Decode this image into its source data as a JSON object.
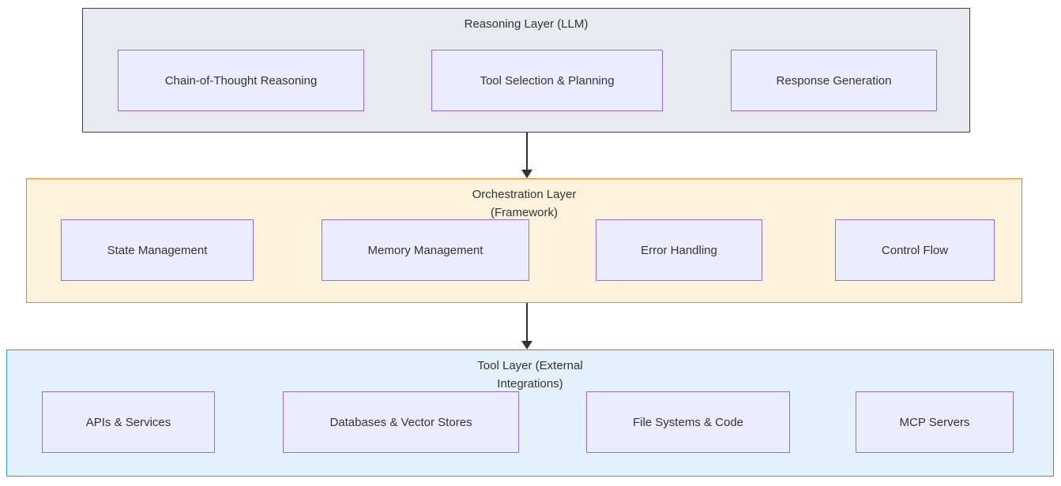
{
  "diagram": {
    "type": "layered-architecture-flowchart",
    "text_color": "#333333",
    "arrow_color": "#333333",
    "node_style": {
      "bg": "#ececff",
      "border": "#9370db"
    },
    "layers": [
      {
        "id": "reasoning",
        "title": "Reasoning Layer (LLM)",
        "title_lines": [
          "Reasoning Layer (LLM)"
        ],
        "bg": "#e8eaf0",
        "border": "#3f3f46",
        "nodes": [
          {
            "label": "Chain-of-Thought Reasoning"
          },
          {
            "label": "Tool Selection & Planning"
          },
          {
            "label": "Response Generation"
          }
        ]
      },
      {
        "id": "orchestration",
        "title": "Orchestration Layer (Framework)",
        "title_lines": [
          "Orchestration Layer",
          "(Framework)"
        ],
        "bg": "#fdf3dc",
        "border": "#e8862d",
        "nodes": [
          {
            "label": "State Management"
          },
          {
            "label": "Memory Management"
          },
          {
            "label": "Error Handling"
          },
          {
            "label": "Control Flow"
          }
        ]
      },
      {
        "id": "tool",
        "title": "Tool Layer (External Integrations)",
        "title_lines": [
          "Tool Layer (External",
          "Integrations)"
        ],
        "bg": "#e3f2fa",
        "border": "#2d9bc9",
        "nodes": [
          {
            "label": "APIs & Services"
          },
          {
            "label": "Databases & Vector Stores"
          },
          {
            "label": "File Systems & Code"
          },
          {
            "label": "MCP Servers"
          }
        ]
      }
    ],
    "edges": [
      {
        "from": "reasoning",
        "to": "orchestration"
      },
      {
        "from": "orchestration",
        "to": "tool"
      }
    ]
  }
}
